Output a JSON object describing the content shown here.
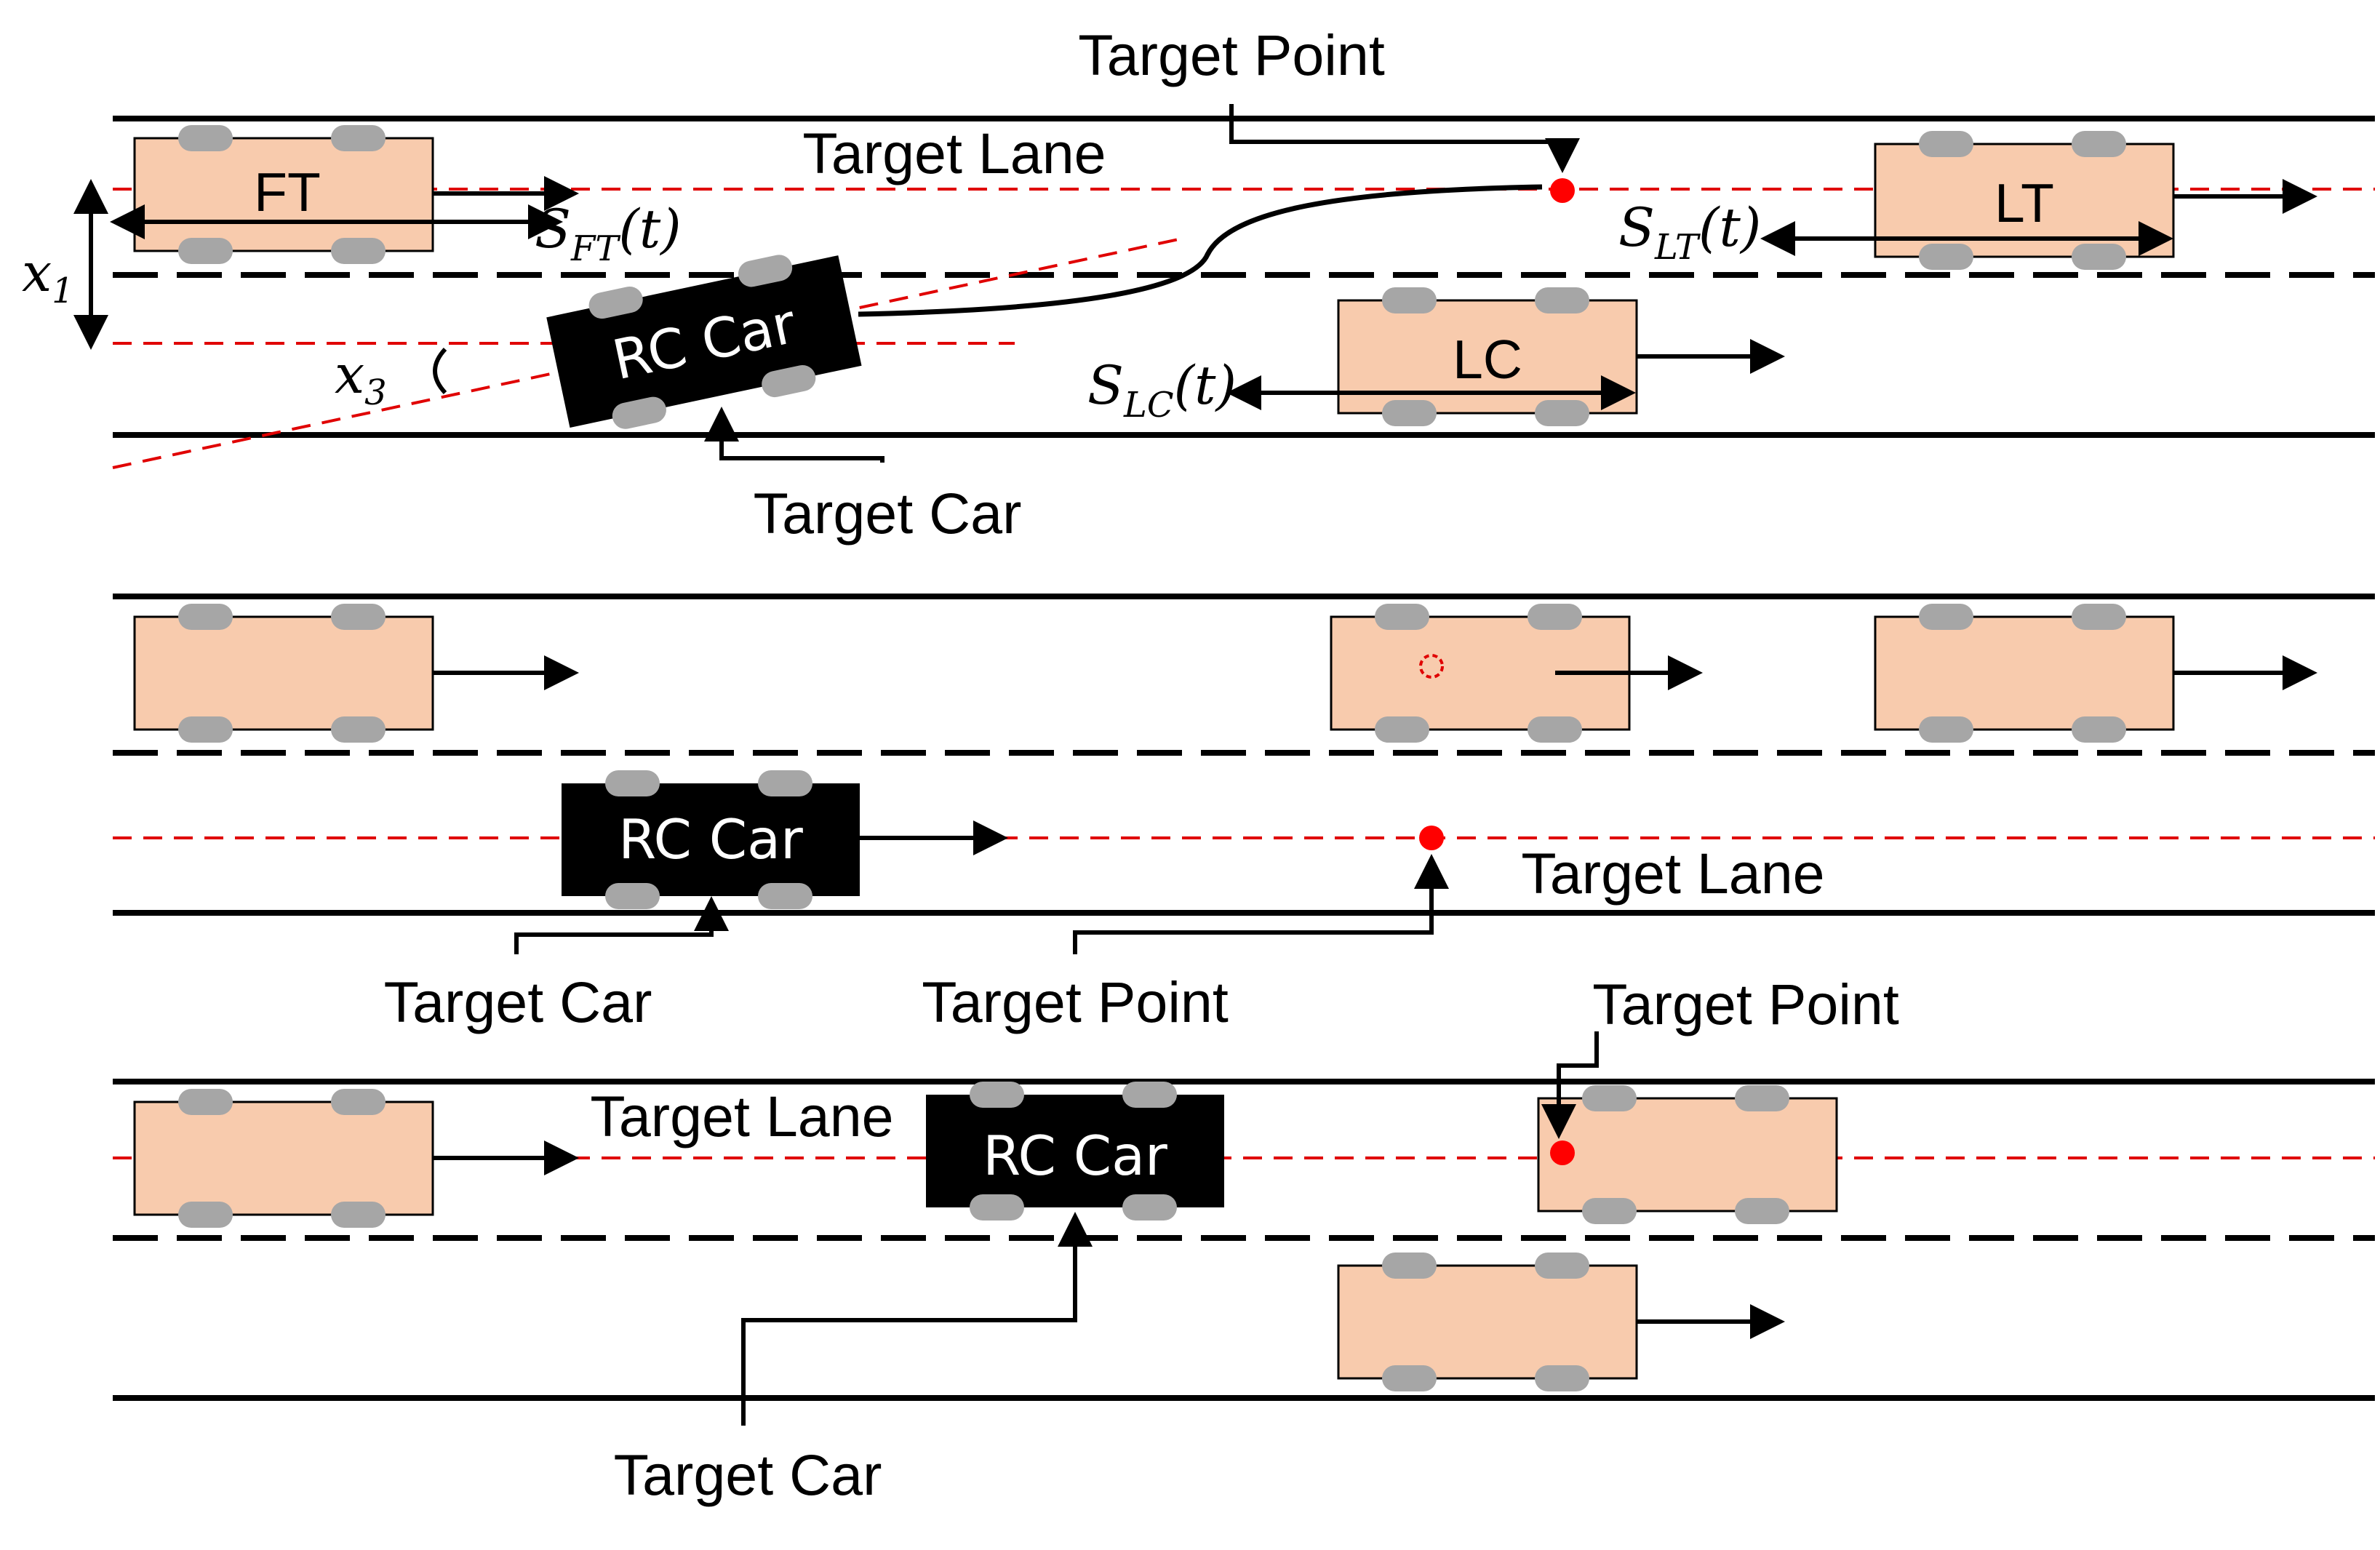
{
  "colors": {
    "car_fill": "#f8cbad",
    "wheel": "#a6a6a6",
    "target_car": "#000000",
    "lane_ref": "#e00000",
    "target_point": "#ff0000",
    "road_line": "#000000"
  },
  "panel1": {
    "target_point_label": "Target Point",
    "target_lane_label": "Target Lane",
    "target_car_label": "Target Car",
    "rc_car_label": "RC Car",
    "ft_label": "FT",
    "lt_label": "LT",
    "lc_label": "LC",
    "s_ft": {
      "base": "S",
      "sub": "FT",
      "arg": "(t)"
    },
    "s_lt": {
      "base": "S",
      "sub": "LT",
      "arg": "(t)"
    },
    "s_lc": {
      "base": "S",
      "sub": "LC",
      "arg": "(t)"
    },
    "x1": {
      "base": "x",
      "sub": "1"
    },
    "x3": {
      "base": "x",
      "sub": "3"
    }
  },
  "panel2": {
    "rc_car_label": "RC Car",
    "target_lane_label": "Target Lane",
    "target_car_label": "Target Car",
    "target_point_label": "Target Point"
  },
  "panel3": {
    "target_point_label": "Target Point",
    "target_lane_label": "Target Lane",
    "rc_car_label": "RC Car",
    "target_car_label": "Target Car"
  }
}
